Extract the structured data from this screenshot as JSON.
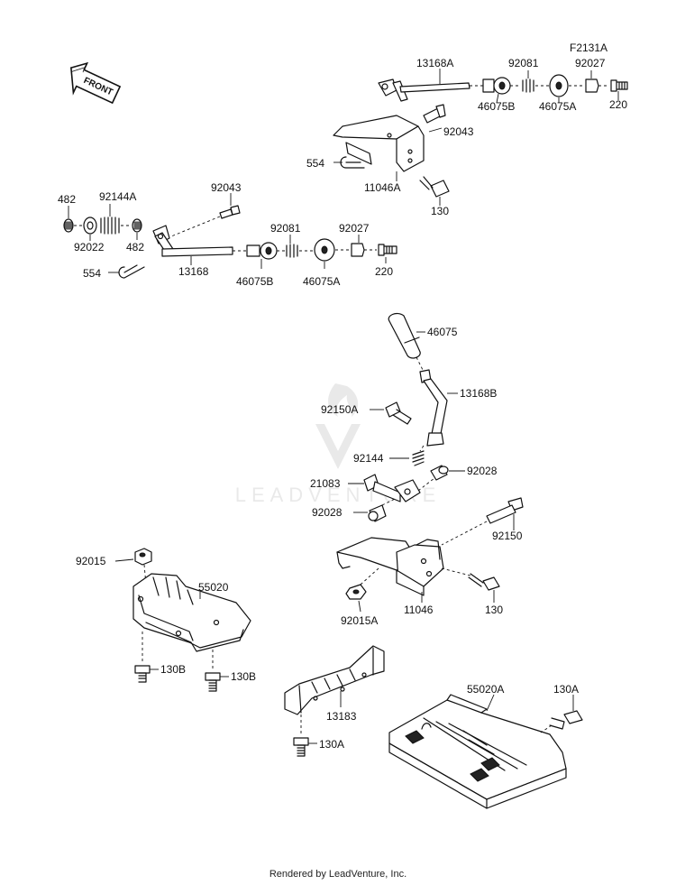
{
  "diagram_code": "F2131A",
  "front_label": "FRONT",
  "watermark": "LEADVENTURE",
  "footer": "Rendered by LeadVenture, Inc.",
  "parts": {
    "p13168A": "13168A",
    "p92081_top": "92081",
    "p92027_top": "92027",
    "p46075B_top": "46075B",
    "p46075A_top": "46075A",
    "p220_top": "220",
    "p92043_top": "92043",
    "p554_top": "554",
    "p11046A": "11046A",
    "p130_top": "130",
    "p482_left": "482",
    "p92144A": "92144A",
    "p92022": "92022",
    "p482_mid": "482",
    "p92043_mid": "92043",
    "p92081_mid": "92081",
    "p92027_mid": "92027",
    "p554_mid": "554",
    "p13168": "13168",
    "p46075B_mid": "46075B",
    "p46075A_mid": "46075A",
    "p220_mid": "220",
    "p46075": "46075",
    "p13168B": "13168B",
    "p92150A": "92150A",
    "p92144": "92144",
    "p92028_top": "92028",
    "p21083": "21083",
    "p92028_bot": "92028",
    "p92150": "92150",
    "p92015": "92015",
    "p55020": "55020",
    "p11046": "11046",
    "p92015A": "92015A",
    "p130_right": "130",
    "p130B_left": "130B",
    "p130B_right": "130B",
    "p55020A": "55020A",
    "p130A_right": "130A",
    "p13183": "13183",
    "p130A_left": "130A"
  }
}
